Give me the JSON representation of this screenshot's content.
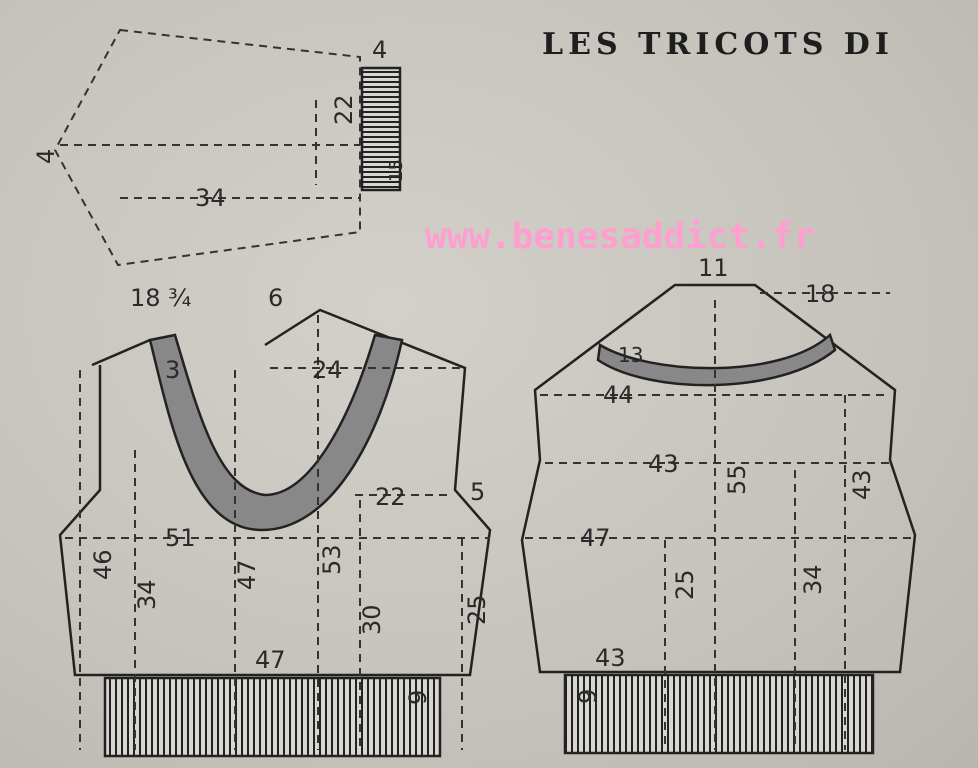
{
  "header": {
    "title": "LES TRICOTS DI"
  },
  "watermark": "www.benesaddict.fr",
  "sleeve": {
    "top_rib": "4",
    "height": "22",
    "side": "4",
    "length": "34",
    "cuff": "15"
  },
  "front": {
    "shoulder": "18 ¾",
    "neck": "6",
    "band": "3",
    "shoulder_width": "24",
    "half_bottom": "22",
    "armhole": "5",
    "chest": "51",
    "side_height": "46",
    "side_length": "34",
    "left_length": "47",
    "center_length": "53",
    "lower": "30",
    "right_length": "25",
    "waist": "47",
    "rib": "9"
  },
  "back": {
    "neck": "11",
    "shoulder": "18",
    "band": "13",
    "yoke": "44",
    "upper_chest": "43",
    "total_length": "55",
    "right_length": "43",
    "chest": "47",
    "left_length": "25",
    "side_length": "34",
    "waist": "43",
    "rib": "9"
  },
  "colors": {
    "paper": "#c8c5be",
    "ink": "#222222",
    "watermark": "#ff9fd0"
  }
}
